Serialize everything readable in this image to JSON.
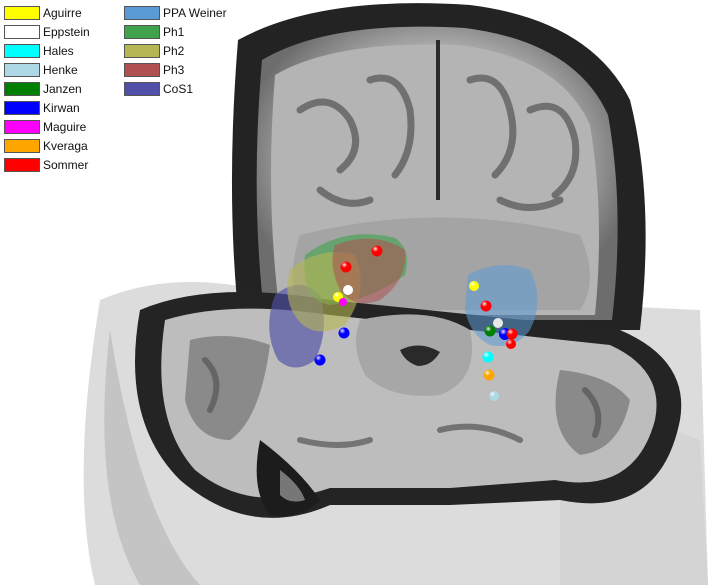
{
  "legend_left": [
    {
      "label": "Aguirre",
      "color": "#ffff00"
    },
    {
      "label": "Eppstein",
      "color": "#ffffff"
    },
    {
      "label": "Hales",
      "color": "#00ffff"
    },
    {
      "label": "Henke",
      "color": "#add8e6"
    },
    {
      "label": "Janzen",
      "color": "#008000"
    },
    {
      "label": "Kirwan",
      "color": "#0000ff"
    },
    {
      "label": "Maguire",
      "color": "#ff00ff"
    },
    {
      "label": "Kveraga",
      "color": "#ffa500"
    },
    {
      "label": "Sommer",
      "color": "#ff0000"
    }
  ],
  "legend_right": [
    {
      "label": "PPA Weiner",
      "color": "#5b9bd5"
    },
    {
      "label": "Ph1",
      "color": "#3fa34d"
    },
    {
      "label": "Ph2",
      "color": "#b5b554"
    },
    {
      "label": "Ph3",
      "color": "#b05050"
    },
    {
      "label": "CoS1",
      "color": "#5050a8"
    }
  ]
}
